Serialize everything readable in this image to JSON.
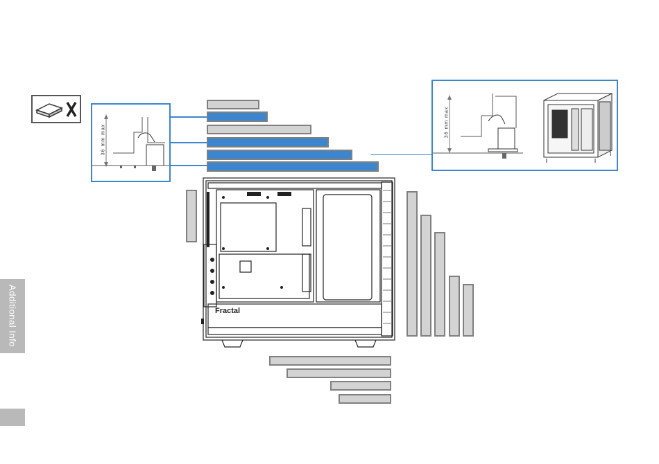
{
  "sidebar": {
    "section_label": "Additional Info"
  },
  "callout_left": {
    "clearance_label": "36 mm max"
  },
  "callout_right": {
    "clearance_label": "36 mm max"
  },
  "case": {
    "brand_logo_text": "Fractal"
  },
  "colors": {
    "accent_blue": "#3b86cf",
    "bar_gray": "#d3d3d3",
    "tab_gray": "#b9b9b9"
  },
  "icons": [
    "drive-cage-removed-icon",
    "x-mark-icon"
  ]
}
